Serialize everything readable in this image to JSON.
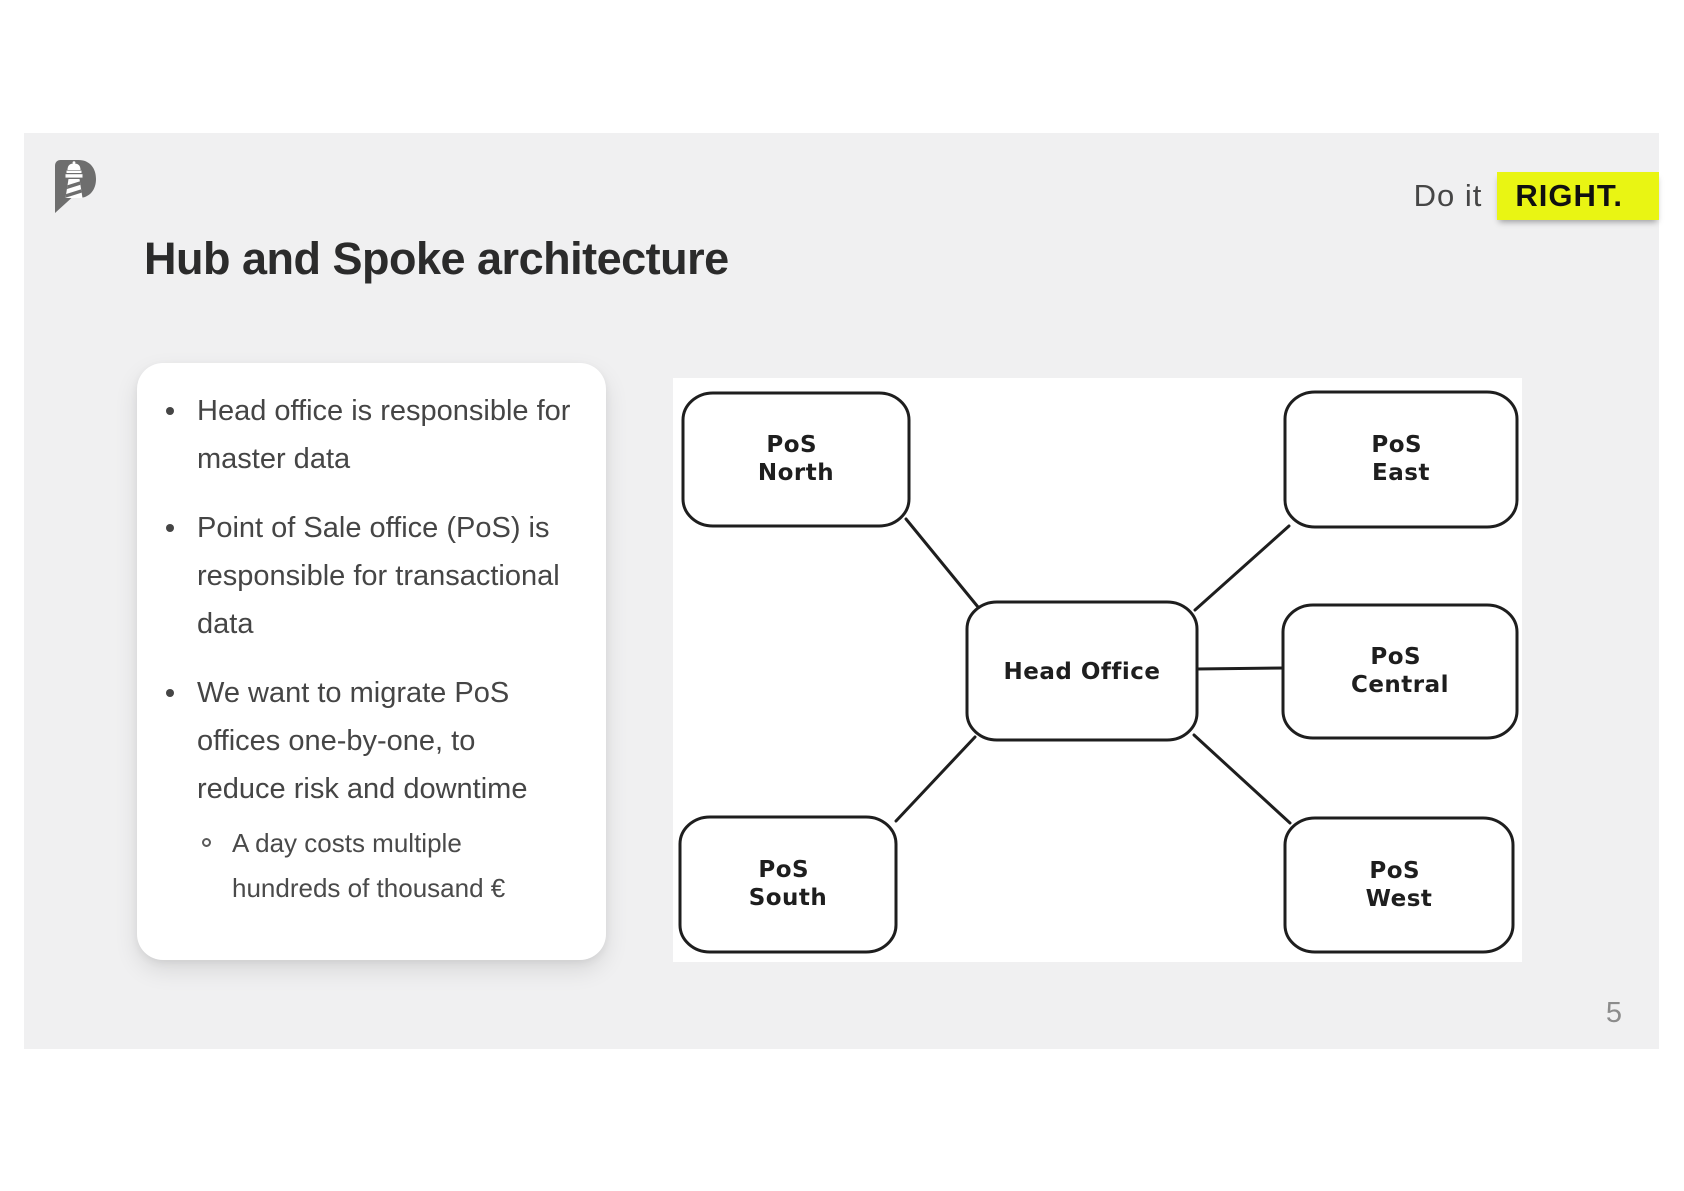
{
  "colors": {
    "slide_background": "#f0f0f1",
    "highlight_yellow": "#e9f513",
    "title_text": "#2b2b2b",
    "body_text": "#454545",
    "diagram_stroke": "#1e1e1e",
    "logo_gray": "#6e6e6e",
    "page_number_gray": "#8c8c8c"
  },
  "header": {
    "tagline_prefix": "Do it",
    "tagline_highlight": "RIGHT."
  },
  "slide": {
    "title": "Hub and Spoke architecture",
    "page_number": "5"
  },
  "content": {
    "bullets": [
      {
        "lines": [
          "Head office is responsible for",
          "master data"
        ]
      },
      {
        "lines": [
          "Point of Sale office (PoS) is",
          "responsible for transactional",
          "data"
        ]
      },
      {
        "lines": [
          "We want to migrate PoS",
          "offices one-by-one, to",
          "reduce risk and downtime"
        ],
        "sub": [
          {
            "lines": [
              "A day costs multiple",
              "hundreds of thousand €"
            ]
          }
        ]
      }
    ]
  },
  "diagram": {
    "nodes": {
      "pos_north": {
        "line1": "PoS",
        "line2": "North"
      },
      "pos_east": {
        "line1": "PoS",
        "line2": "East"
      },
      "head_office": {
        "label": "Head Office"
      },
      "pos_central": {
        "line1": "PoS",
        "line2": "Central"
      },
      "pos_south": {
        "line1": "PoS",
        "line2": "South"
      },
      "pos_west": {
        "line1": "PoS",
        "line2": "West"
      }
    },
    "edges": [
      {
        "from": "pos_north",
        "to": "head_office"
      },
      {
        "from": "pos_east",
        "to": "head_office"
      },
      {
        "from": "head_office",
        "to": "pos_central"
      },
      {
        "from": "head_office",
        "to": "pos_south"
      },
      {
        "from": "head_office",
        "to": "pos_west"
      }
    ]
  }
}
